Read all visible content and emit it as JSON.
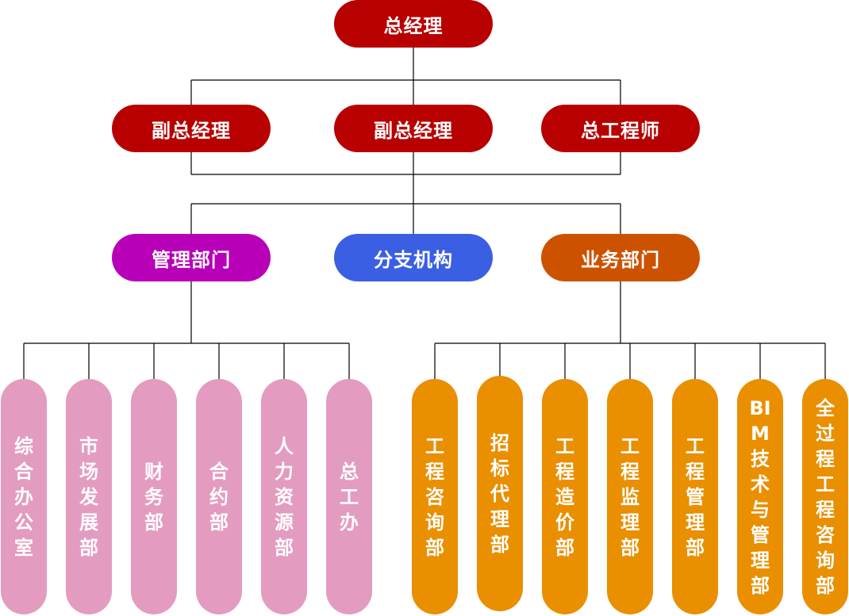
{
  "colors": {
    "executive": "#b80000",
    "management": "#b800b8",
    "branch": "#3a5fe3",
    "business": "#cd5200",
    "management_dept": "#e49bc0",
    "business_dept": "#e98f00",
    "line": "#000000"
  },
  "nodes": {
    "general_manager": "总经理",
    "deputy_gm_1": "副总经理",
    "deputy_gm_2": "副总经理",
    "chief_engineer": "总工程师",
    "management_group": "管理部门",
    "branch_group": "分支机构",
    "business_group": "业务部门"
  },
  "management_departments": [
    "综合办公室",
    "市场发展部",
    "财务部",
    "合约部",
    "人力资源部",
    "总工办"
  ],
  "business_departments": [
    "工程咨询部",
    "招标代理部",
    "工程造价部",
    "工程监理部",
    "工程管理部",
    "BIM技术与管理部",
    "全过程工程咨询部"
  ]
}
